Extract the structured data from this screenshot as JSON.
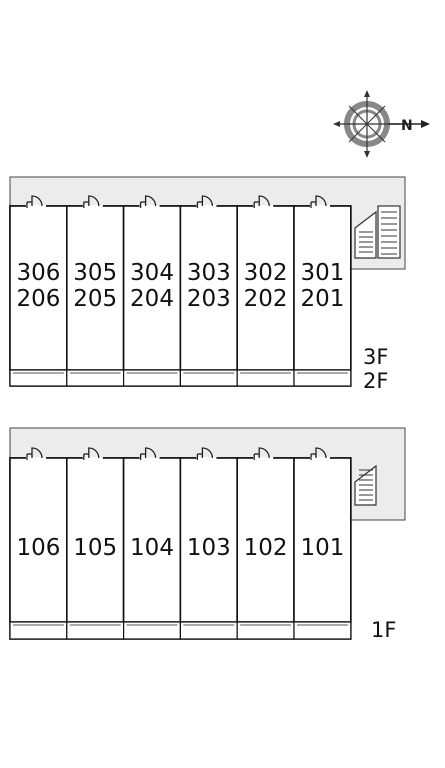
{
  "compass": {
    "north_label": "N"
  },
  "upper_block": {
    "units": [
      {
        "top": "306",
        "bottom": "206"
      },
      {
        "top": "305",
        "bottom": "205"
      },
      {
        "top": "304",
        "bottom": "204"
      },
      {
        "top": "303",
        "bottom": "203"
      },
      {
        "top": "302",
        "bottom": "202"
      },
      {
        "top": "301",
        "bottom": "201"
      }
    ],
    "floor_labels": [
      "3F",
      "2F"
    ]
  },
  "lower_block": {
    "units": [
      {
        "label": "106"
      },
      {
        "label": "105"
      },
      {
        "label": "104"
      },
      {
        "label": "103"
      },
      {
        "label": "102"
      },
      {
        "label": "101"
      }
    ],
    "floor_labels": [
      "1F"
    ]
  },
  "colors": {
    "corridor": "#ececec",
    "outline": "#111111",
    "compass_ring": "#888888"
  }
}
